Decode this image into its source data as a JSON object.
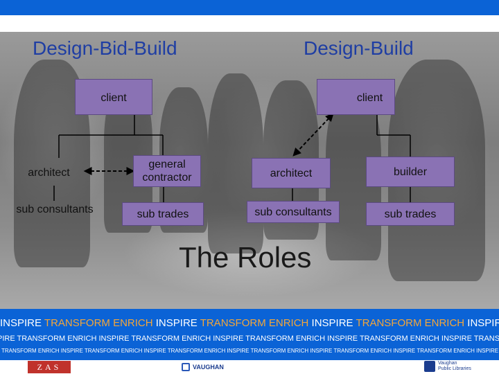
{
  "headings": {
    "left": "Design-Bid-Build",
    "right": "Design-Build"
  },
  "dbb": {
    "client": "client",
    "architect": "architect",
    "general_contractor": "general contractor",
    "sub_consultants": "sub consultants",
    "sub_trades": "sub trades"
  },
  "db": {
    "client": "client",
    "architect": "architect",
    "builder": "builder",
    "sub_consultants": "sub consultants",
    "sub_trades": "sub trades"
  },
  "roles_title": "The Roles",
  "banner": {
    "line1": [
      {
        "t": "INSPIRE ",
        "c": "white"
      },
      {
        "t": "TRANSFORM ",
        "c": "orange"
      },
      {
        "t": "ENRICH ",
        "c": "orange"
      },
      {
        "t": "INSPIRE ",
        "c": "white"
      },
      {
        "t": "TRANSFORM ",
        "c": "orange"
      },
      {
        "t": "ENRICH ",
        "c": "orange"
      },
      {
        "t": "INSPIRE ",
        "c": "white"
      },
      {
        "t": "TRANSFORM ",
        "c": "orange"
      },
      {
        "t": "ENRICH ",
        "c": "orange"
      },
      {
        "t": "INSPIRE",
        "c": "white"
      }
    ],
    "line2": "PIRE  TRANSFORM  ENRICH  INSPIRE  TRANSFORM  ENRICH  INSPIRE  TRANSFORM  ENRICH  INSPIRE  TRANSFORM  ENRICH INSPIRE  TRANSFORM ENRIC",
    "line3": "TRANSFORM  ENRICH  INSPIRE  TRANSFORM  ENRICH  INSPIRE  TRANSFORM  ENRICH  INSPIRE  TRANSFORM ENRICH INSPIRE  TRANSFORM ENRICH INSPIRE TRANSFORM ENRICH INSPIRE TRANSFORM ENRICH"
  },
  "footer": {
    "logo_left": "ZAS",
    "logo_center": "VAUGHAN",
    "logo_right_line1": "Vaughan",
    "logo_right_line2": "Public Libraries"
  }
}
